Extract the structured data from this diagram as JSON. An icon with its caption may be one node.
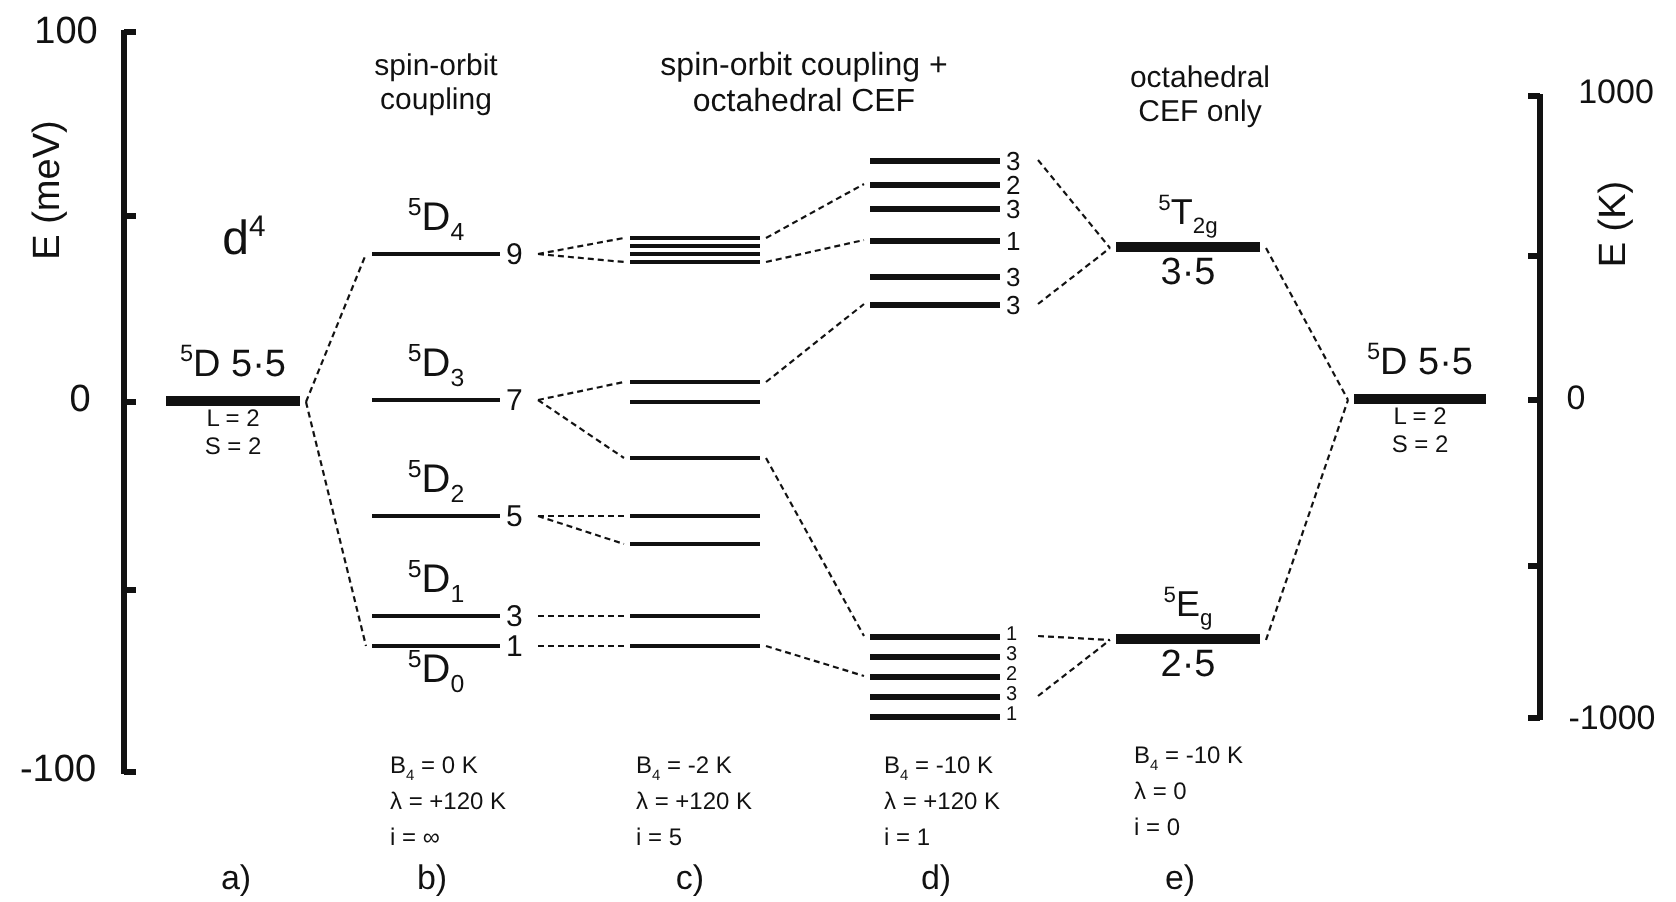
{
  "diagram": {
    "nodes": [
      {
        "text": [
          "$^{5}$D 5·5"
        ],
        "beside": [
          "L = 2",
          "S = 2"
        ]
      },
      {
        "text": [
          "$^{5}$D$_{4}$",
          "9"
        ]
      },
      {
        "text": [
          "$^{5}$D$_{3}$",
          "7"
        ]
      },
      {
        "text": [
          "$^{5}$D$_{2}$",
          "5"
        ]
      },
      {
        "text": [
          "$^{5}$D$_{1}$",
          "3"
        ]
      },
      {
        "text": [
          "$^{5}$D$_{0}$",
          "1"
        ]
      },
      {
        "text": [],
        "shape": "bar"
      },
      {
        "text": [],
        "shape": "bar"
      },
      {
        "text": [],
        "shape": "bar"
      },
      {
        "text": [],
        "shape": "bar"
      },
      {
        "text": [],
        "shape": "bar"
      },
      {
        "text": [],
        "shape": "bar"
      },
      {
        "text": [],
        "shape": "bar"
      },
      {
        "text": [],
        "shape": "bar"
      },
      {
        "text": [],
        "shape": "bar"
      },
      {
        "text": [],
        "shape": "bar"
      },
      {
        "text": [],
        "shape": "bar"
      },
      {
        "text": [
          "3"
        ]
      },
      {
        "text": [
          "2"
        ]
      },
      {
        "text": [
          "3"
        ]
      },
      {
        "text": [
          "1"
        ]
      },
      {
        "text": [
          "3"
        ]
      },
      {
        "text": [
          "3"
        ]
      },
      {
        "text": [
          "1"
        ]
      },
      {
        "text": [
          "3"
        ]
      },
      {
        "text": [
          "2"
        ]
      },
      {
        "text": [
          "3"
        ]
      },
      {
        "text": [
          "1"
        ]
      },
      {
        "text": [
          "$^{5}$T$_{2g}$",
          "3·5"
        ]
      },
      {
        "text": [
          "$^{5}$E$_{g}$",
          "2·5"
        ]
      },
      {
        "text": [
          "$^{5}$D 5·5"
        ],
        "beside": [
          "L = 2",
          "S = 2"
        ]
      }
    ],
    "edges": [
      {
        "from": 0,
        "to": 1,
        "arrow": "none",
        "style": "dashed"
      },
      {
        "from": 0,
        "to": 5,
        "arrow": "none",
        "style": "dashed"
      },
      {
        "from": 1,
        "to": 6,
        "arrow": "none",
        "style": "dashed"
      },
      {
        "from": 1,
        "to": 9,
        "arrow": "none",
        "style": "dashed"
      },
      {
        "from": 2,
        "to": 10,
        "arrow": "none",
        "style": "dashed"
      },
      {
        "from": 2,
        "to": 12,
        "arrow": "none",
        "style": "dashed"
      },
      {
        "from": 3,
        "to": 13,
        "arrow": "none",
        "style": "dashed"
      },
      {
        "from": 3,
        "to": 14,
        "arrow": "none",
        "style": "dashed"
      },
      {
        "from": 4,
        "to": 15,
        "arrow": "none",
        "style": "dashed"
      },
      {
        "from": 5,
        "to": 16,
        "arrow": "none",
        "style": "dashed"
      },
      {
        "from": 6,
        "to": 18,
        "arrow": "none",
        "style": "dashed"
      },
      {
        "from": 9,
        "to": 20,
        "arrow": "none",
        "style": "dashed"
      },
      {
        "from": 10,
        "to": 22,
        "arrow": "none",
        "style": "dashed"
      },
      {
        "from": 12,
        "to": 23,
        "arrow": "none",
        "style": "dashed"
      },
      {
        "from": 16,
        "to": 25,
        "arrow": "none",
        "style": "dashed"
      },
      {
        "from": 17,
        "to": 28,
        "arrow": "none",
        "style": "dashed"
      },
      {
        "from": 22,
        "to": 28,
        "arrow": "none",
        "style": "dashed"
      },
      {
        "from": 23,
        "to": 29,
        "arrow": "none",
        "style": "dashed"
      },
      {
        "from": 26,
        "to": 29,
        "arrow": "none",
        "style": "dashed"
      },
      {
        "from": 28,
        "to": 30,
        "arrow": "none",
        "style": "dashed"
      },
      {
        "from": 29,
        "to": 30,
        "arrow": "none",
        "style": "dashed"
      }
    ],
    "labels": [
      "100",
      "0",
      "-100",
      "E (meV)",
      "spin-orbit coupling",
      "spin-orbit coupling + octahedral CEF",
      "octahedral CEF only",
      "1000",
      "0",
      "-1000",
      "E (K)",
      "d$^{4}$",
      "B$_{4}$ = 0 K",
      "λ = +120 K",
      "i = ∞",
      "B$_{4}$ = -2 K",
      "λ = +120 K",
      "i = 5",
      "B$_{4}$ = -10 K",
      "λ = +120 K",
      "i = 1",
      "B$_{4}$ = -10 K",
      "λ = 0",
      "i = 0",
      "a)",
      "b)",
      "c)",
      "d)",
      "e)"
    ]
  }
}
